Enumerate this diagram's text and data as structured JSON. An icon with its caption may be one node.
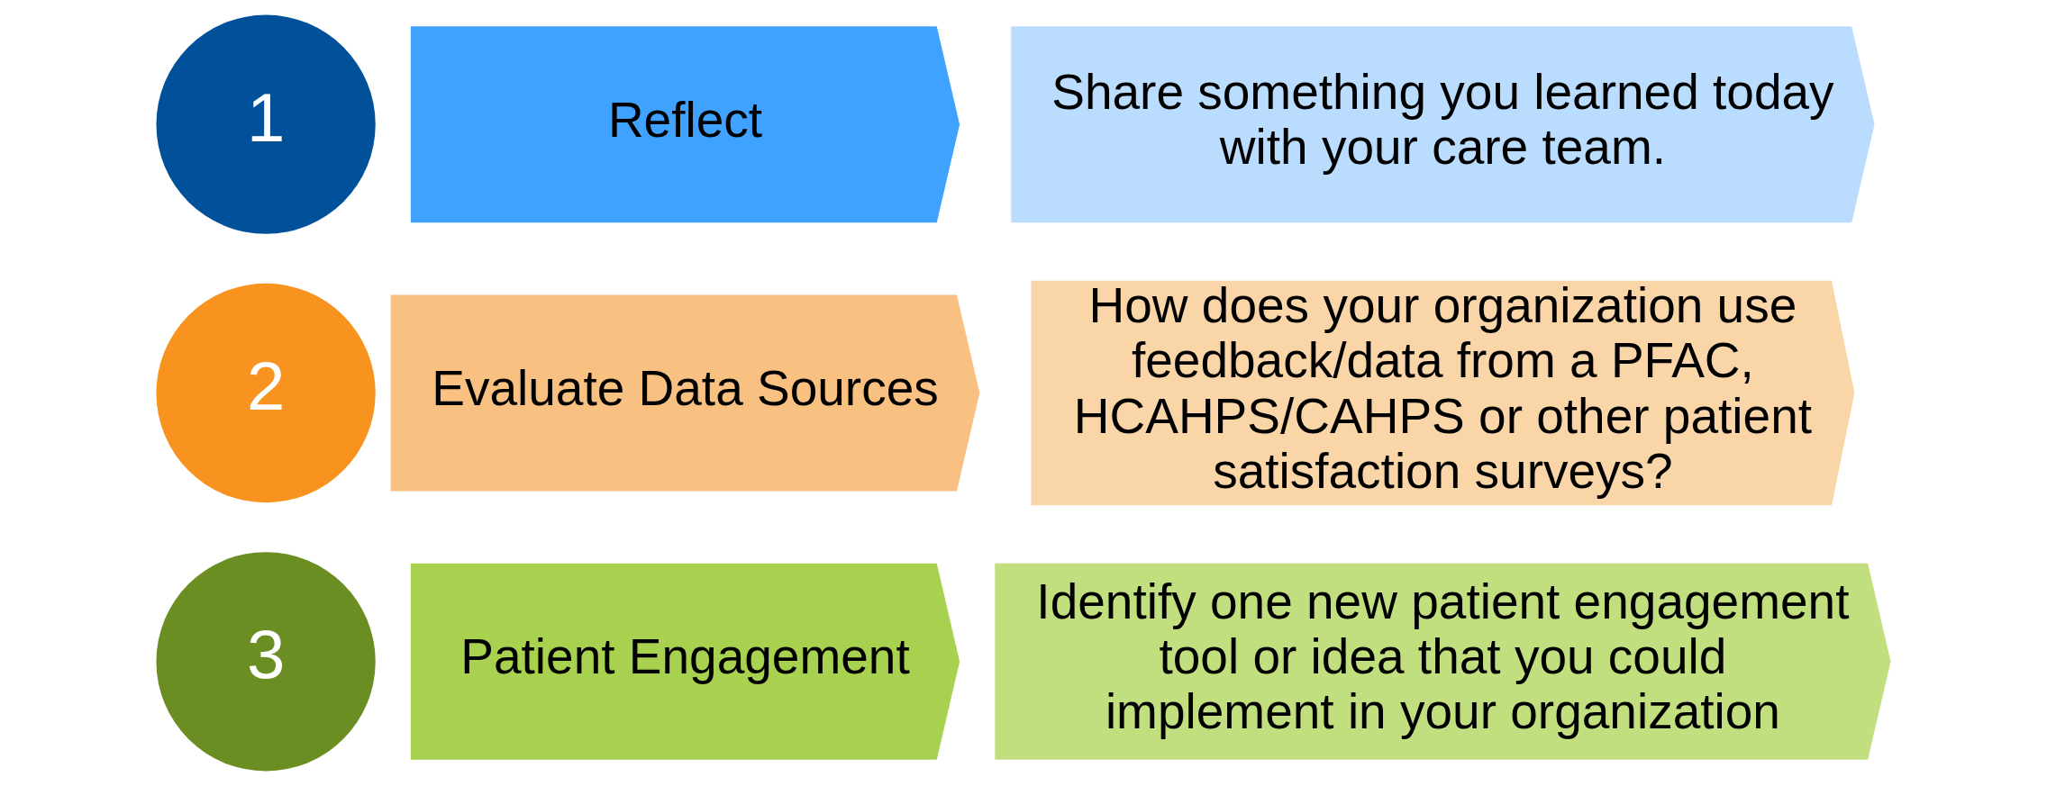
{
  "diagram": {
    "nodes": [
      {
        "text": [
          "1"
        ]
      },
      {
        "text": [
          "Reflect"
        ]
      },
      {
        "text": [
          "Share something you learned today with your care team."
        ]
      },
      {
        "text": [
          "2"
        ]
      },
      {
        "text": [
          "Evaluate Data Sources"
        ]
      },
      {
        "text": [
          "How does your organization use feedback/data from a PFAC, HCAHPS/CAHPS or other patient satisfaction surveys?"
        ]
      },
      {
        "text": [
          "3"
        ]
      },
      {
        "text": [
          "Patient Engagement"
        ]
      },
      {
        "text": [
          "Identify one new patient engagement tool or idea that you could implement in your organization"
        ]
      }
    ],
    "edges": []
  }
}
